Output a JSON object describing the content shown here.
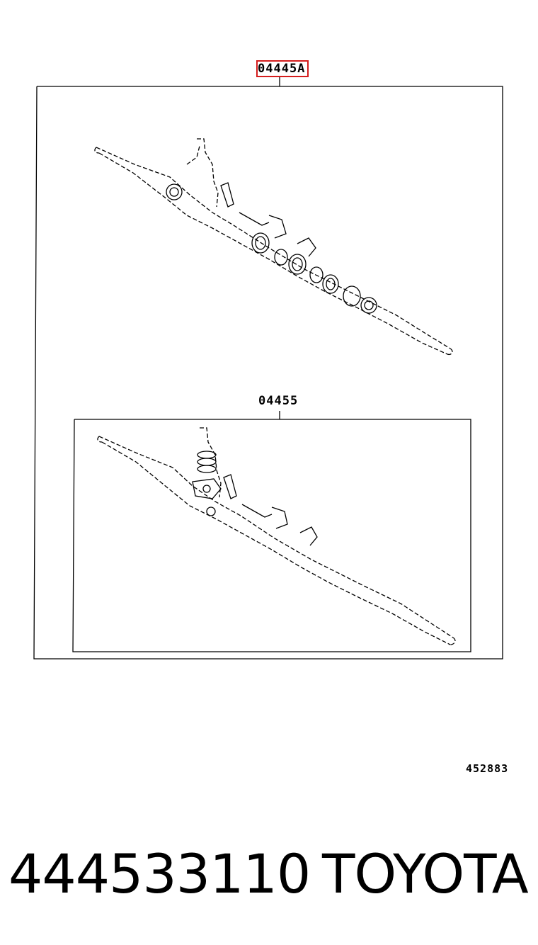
{
  "diagram": {
    "outer_assembly_label": "04445A",
    "inner_kit_label": "04455",
    "illustration_number": "452883",
    "highlight_color": "#d41c1c",
    "line_color": "#000000"
  },
  "caption": {
    "part_number": "444533110",
    "brand": "TOYOTA"
  }
}
